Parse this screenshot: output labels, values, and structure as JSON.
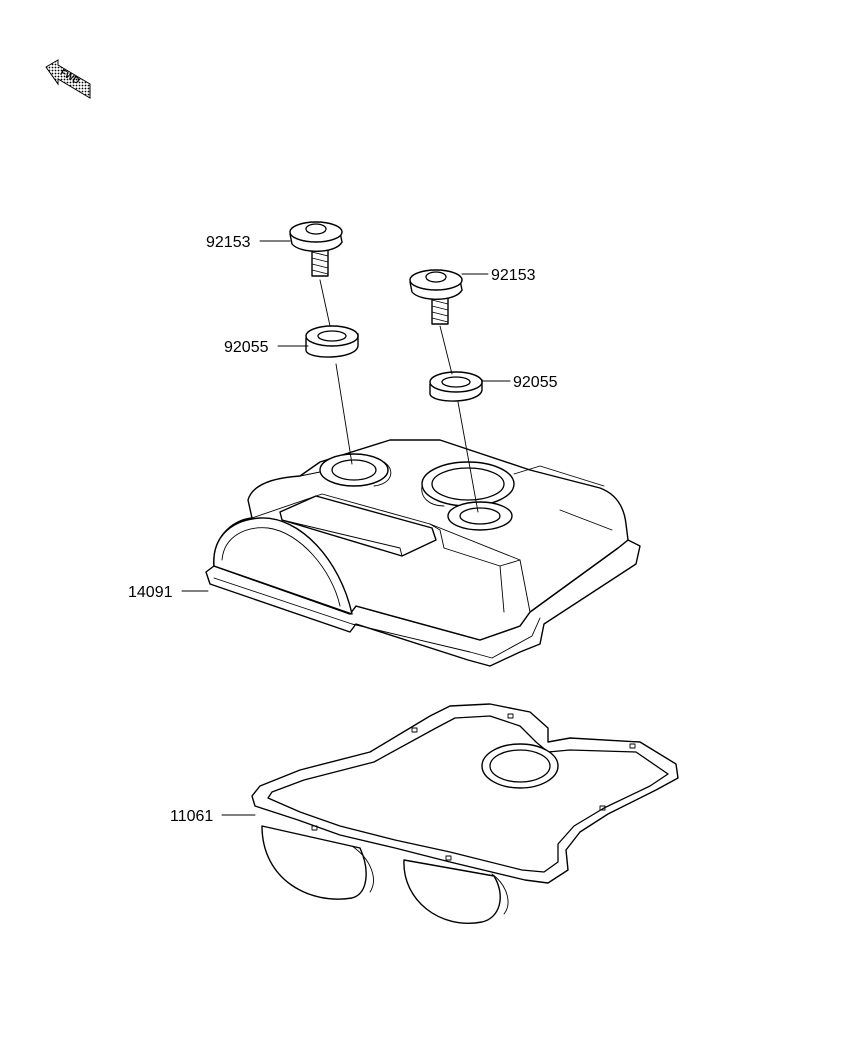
{
  "direction_marker": {
    "label": "FWD",
    "icon": "forward-arrow-icon"
  },
  "callouts": [
    {
      "id": "bolt_left",
      "part_number": "92153"
    },
    {
      "id": "bolt_right",
      "part_number": "92153"
    },
    {
      "id": "washer_left",
      "part_number": "92055"
    },
    {
      "id": "washer_right",
      "part_number": "92055"
    },
    {
      "id": "cover",
      "part_number": "14091"
    },
    {
      "id": "gasket",
      "part_number": "11061"
    }
  ]
}
